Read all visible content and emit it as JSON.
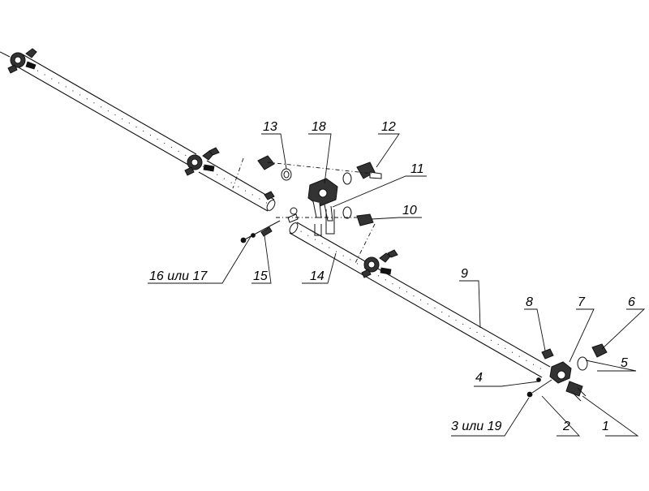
{
  "callouts": [
    {
      "id": "1",
      "text": "1"
    },
    {
      "id": "2",
      "text": "2"
    },
    {
      "id": "3",
      "text": "3 или 19"
    },
    {
      "id": "4",
      "text": "4"
    },
    {
      "id": "5",
      "text": "5"
    },
    {
      "id": "6",
      "text": "6"
    },
    {
      "id": "7",
      "text": "7"
    },
    {
      "id": "8",
      "text": "8"
    },
    {
      "id": "9",
      "text": "9"
    },
    {
      "id": "10",
      "text": "10"
    },
    {
      "id": "11",
      "text": "11"
    },
    {
      "id": "12",
      "text": "12"
    },
    {
      "id": "13",
      "text": "13"
    },
    {
      "id": "14",
      "text": "14"
    },
    {
      "id": "15",
      "text": "15"
    },
    {
      "id": "16",
      "text": "16 или 17"
    },
    {
      "id": "18",
      "text": "18"
    }
  ]
}
